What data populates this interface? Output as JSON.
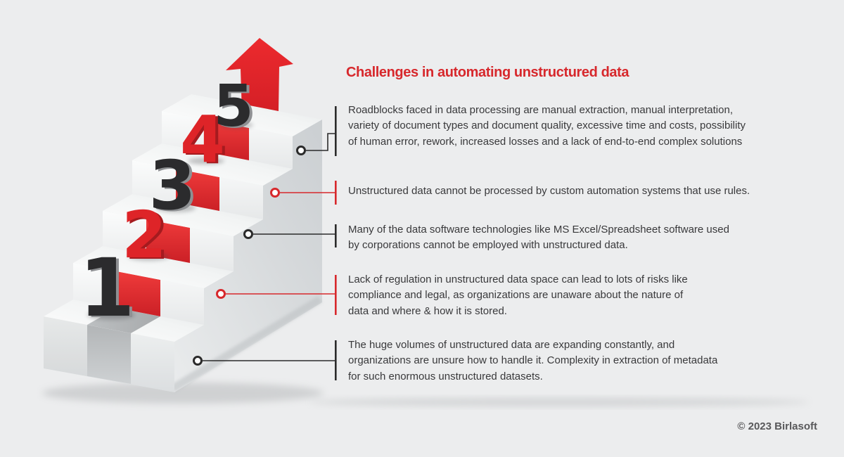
{
  "title": {
    "text": "Challenges in automating unstructured data"
  },
  "steps": [
    {
      "label": "1",
      "color": "#2b2b2d",
      "shadow": "#8e9093"
    },
    {
      "label": "2",
      "color": "#de2428",
      "shadow": "#a51b1f"
    },
    {
      "label": "3",
      "color": "#2b2b2d",
      "shadow": "#8e9093"
    },
    {
      "label": "4",
      "color": "#de2428",
      "shadow": "#a51b1f"
    },
    {
      "label": "5",
      "color": "#2b2b2d",
      "shadow": "#8e9093"
    }
  ],
  "points": [
    {
      "line_color": "#2b2b2b",
      "text": "Roadblocks faced in data processing are manual extraction, manual interpretation,\nvariety of document types and document quality, excessive time and costs, possibility\nof human error, rework, increased losses and a lack of end-to-end complex solutions"
    },
    {
      "line_color": "#d7282c",
      "text": "Unstructured data cannot be processed by custom automation systems that use rules."
    },
    {
      "line_color": "#2b2b2b",
      "text": "Many of the data software technologies like MS Excel/Spreadsheet software used\nby corporations cannot be employed with unstructured data."
    },
    {
      "line_color": "#d7282c",
      "text": "Lack of regulation in unstructured data space can lead to lots of risks like\ncompliance and legal, as organizations are unaware about the nature of\ndata and where & how it is stored."
    },
    {
      "line_color": "#2b2b2b",
      "text": "The huge volumes of unstructured data are expanding constantly, and\norganizations are unsure how to handle it. Complexity in extraction of metadata\nfor such enormous unstructured datasets."
    }
  ],
  "footer": {
    "copyright": "© 2023 Birlasoft"
  },
  "colors": {
    "background": "#ecedee",
    "accent_red": "#d7282c",
    "arrow_red": "#e1242b",
    "body_text": "#39393b",
    "connector_black": "#2b2b2b"
  }
}
